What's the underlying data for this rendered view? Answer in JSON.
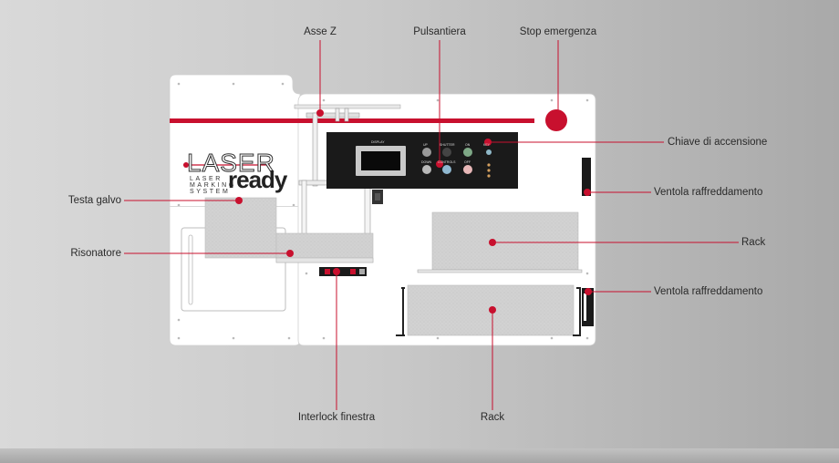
{
  "logo": {
    "laser": "LASER",
    "sub_line1": "LASER",
    "sub_line2": "MARKING",
    "sub_line3": "SYSTEM",
    "ready": "ready"
  },
  "panel": {
    "screen_label": "DISPLAY",
    "buttons": [
      "UP",
      "SHUTTER",
      "ON",
      "DOWN",
      "CONTROLS",
      "OFF"
    ],
    "key_label": "KEY"
  },
  "callouts": {
    "asse_z": "Asse Z",
    "pulsantiera": "Pulsantiera",
    "stop_emergenza": "Stop emergenza",
    "chiave_accensione": "Chiave di accensione",
    "testa_galvo": "Testa galvo",
    "ventola_raffreddamento_top": "Ventola raffreddamento",
    "risonatore": "Risonatore",
    "rack_right": "Rack",
    "ventola_raffreddamento_bottom": "Ventola raffreddamento",
    "interlock_finestra": "Interlock finestra",
    "rack_bottom": "Rack"
  },
  "colors": {
    "accent_red": "#c8102e",
    "panel_black": "#1a1a1a",
    "machine_white": "#ffffff",
    "gray_block": "#d4d4d4"
  }
}
